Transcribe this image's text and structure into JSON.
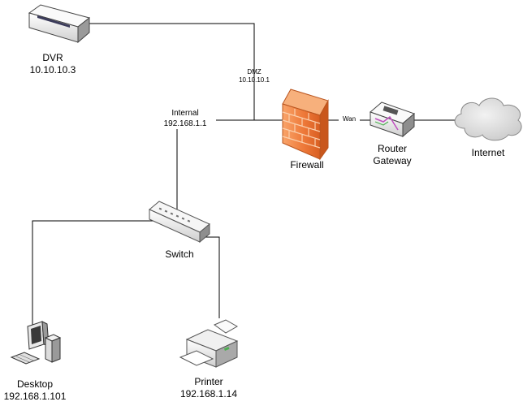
{
  "nodes": {
    "dvr": {
      "name": "DVR",
      "ip": "10.10.10.3"
    },
    "dmz": {
      "name": "DMZ",
      "ip": "10.10.10.1"
    },
    "internal": {
      "name": "Internal",
      "ip": "192.168.1.1"
    },
    "firewall": {
      "name": "Firewall"
    },
    "wan": {
      "name": "Wan"
    },
    "router": {
      "line1": "Router",
      "line2": "Gateway"
    },
    "internet": {
      "name": "Internet"
    },
    "switch": {
      "name": "Switch"
    },
    "desktop": {
      "name": "Desktop",
      "ip": "192.168.1.101"
    },
    "printer": {
      "name": "Printer",
      "ip": "192.168.1.14"
    }
  },
  "colors": {
    "line": "#000000",
    "firewall": "#ee7a3a",
    "cloud": "#d8d8d8",
    "device_light": "#f3f3f3",
    "device_dark": "#555555"
  },
  "icons": [
    "dvr-icon",
    "firewall-icon",
    "router-icon",
    "cloud-icon",
    "switch-icon",
    "desktop-icon",
    "printer-icon"
  ]
}
